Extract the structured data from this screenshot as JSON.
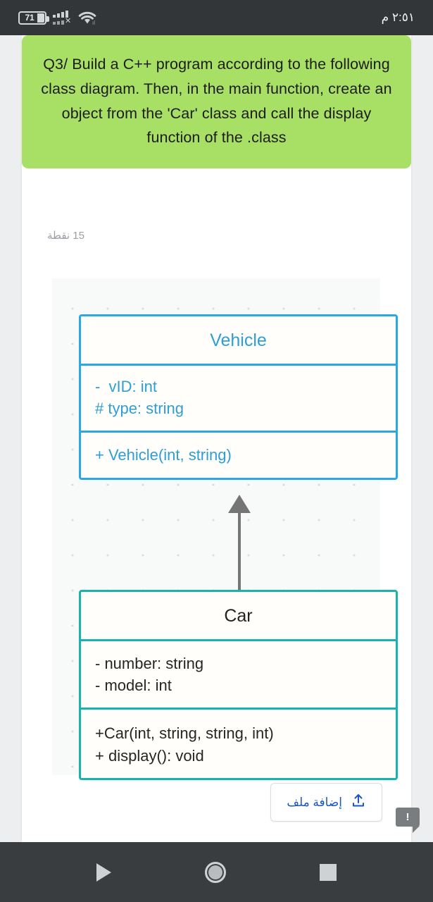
{
  "statusbar": {
    "battery_level": "71",
    "time": "٢:٥١ م",
    "icons": [
      "battery-icon",
      "signal-icon",
      "wifi-icon"
    ]
  },
  "question": {
    "banner_text": "Q3/ Build a C++ program according to the following class diagram. Then, in the main function, create an object from the 'Car' class and call the display function of the .class",
    "points": "15 نقطة",
    "banner_color": "#a8e065"
  },
  "diagram": {
    "type": "uml-class-diagram",
    "relation": "inheritance",
    "classes": [
      {
        "name": "Vehicle",
        "color": "#29a9e0",
        "attributes": [
          "-  vID: int",
          "# type: string"
        ],
        "operations": [
          "+ Vehicle(int, string)"
        ]
      },
      {
        "name": "Car",
        "color": "#18b3ab",
        "attributes": [
          "- number: string",
          "- model: int"
        ],
        "operations": [
          "+Car(int, string, string, int)",
          "+ display(): void"
        ]
      }
    ]
  },
  "actions": {
    "add_file_label": "إضافة ملف",
    "add_file_icon": "upload-icon",
    "feedback_label": "!"
  },
  "navbar": {
    "back": "back-icon",
    "home": "home-icon",
    "recents": "recents-icon"
  }
}
